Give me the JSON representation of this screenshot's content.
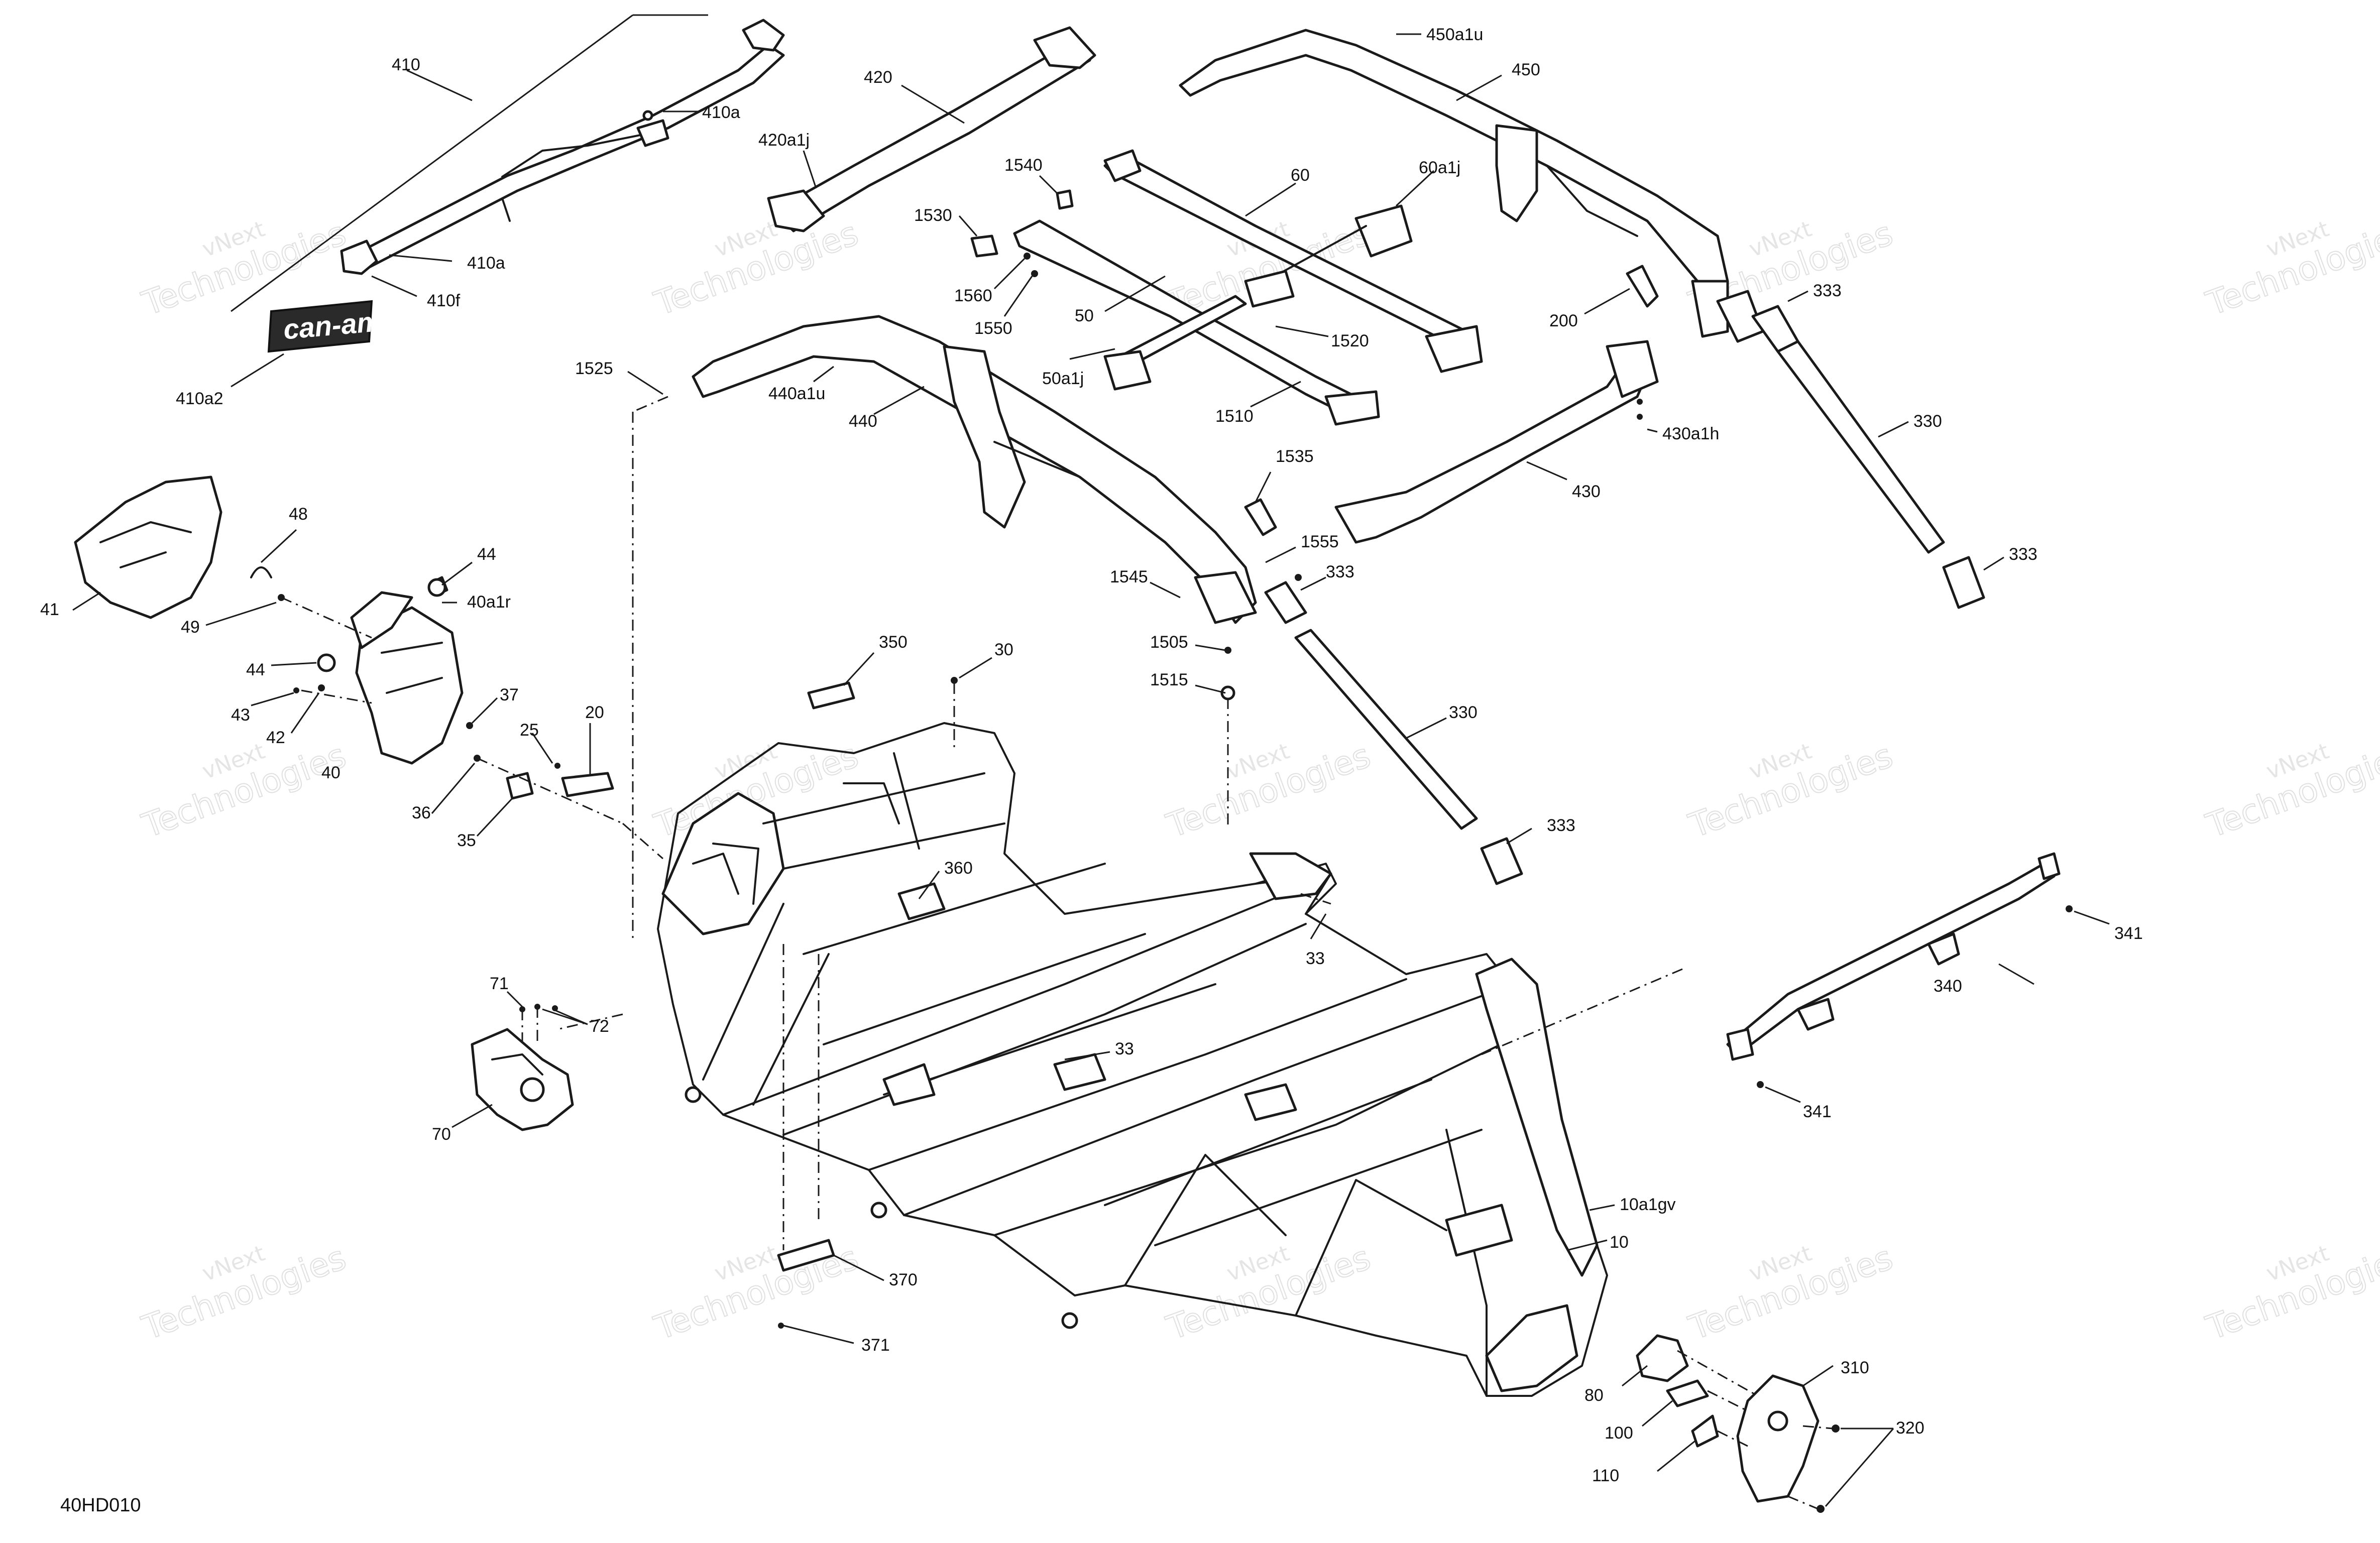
{
  "diagram_code": "40HD010",
  "logo_text": "can-am",
  "watermark": {
    "line1": "vNext",
    "line2": "Technologies"
  },
  "callouts": {
    "c410": "410",
    "c410a_top": "410a",
    "c410a_bottom": "410a",
    "c410f": "410f",
    "c410a2": "410a2",
    "c420": "420",
    "c420a1j": "420a1j",
    "c1540": "1540",
    "c1530": "1530",
    "c1560": "1560",
    "c1550": "1550",
    "c60": "60",
    "c60a1j": "60a1j",
    "c50": "50",
    "c50a1j": "50a1j",
    "c1520": "1520",
    "c1510": "1510",
    "c450a1u": "450a1u",
    "c450": "450",
    "c200": "200",
    "c333_a": "333",
    "c330_a": "330",
    "c333_b": "333",
    "c430a1h": "430a1h",
    "c430": "430",
    "c1525": "1525",
    "c440a1u": "440a1u",
    "c440": "440",
    "c1535": "1535",
    "c1555": "1555",
    "c1545": "1545",
    "c333_c": "333",
    "c1505": "1505",
    "c1515": "1515",
    "c330_b": "330",
    "c333_d": "333",
    "c41": "41",
    "c48": "48",
    "c44_a": "44",
    "c40a1r": "40a1r",
    "c49": "49",
    "c44_b": "44",
    "c43": "43",
    "c42": "42",
    "c40": "40",
    "c37": "37",
    "c25": "25",
    "c20": "20",
    "c36": "36",
    "c35": "35",
    "c350": "350",
    "c30": "30",
    "c360": "360",
    "c33_a": "33",
    "c33_b": "33",
    "c71": "71",
    "c72": "72",
    "c70": "70",
    "c341_a": "341",
    "c340": "340",
    "c341_b": "341",
    "c10a1gv": "10a1gv",
    "c10": "10",
    "c370": "370",
    "c371": "371",
    "c310": "310",
    "c80": "80",
    "c320": "320",
    "c100": "100",
    "c110": "110"
  }
}
